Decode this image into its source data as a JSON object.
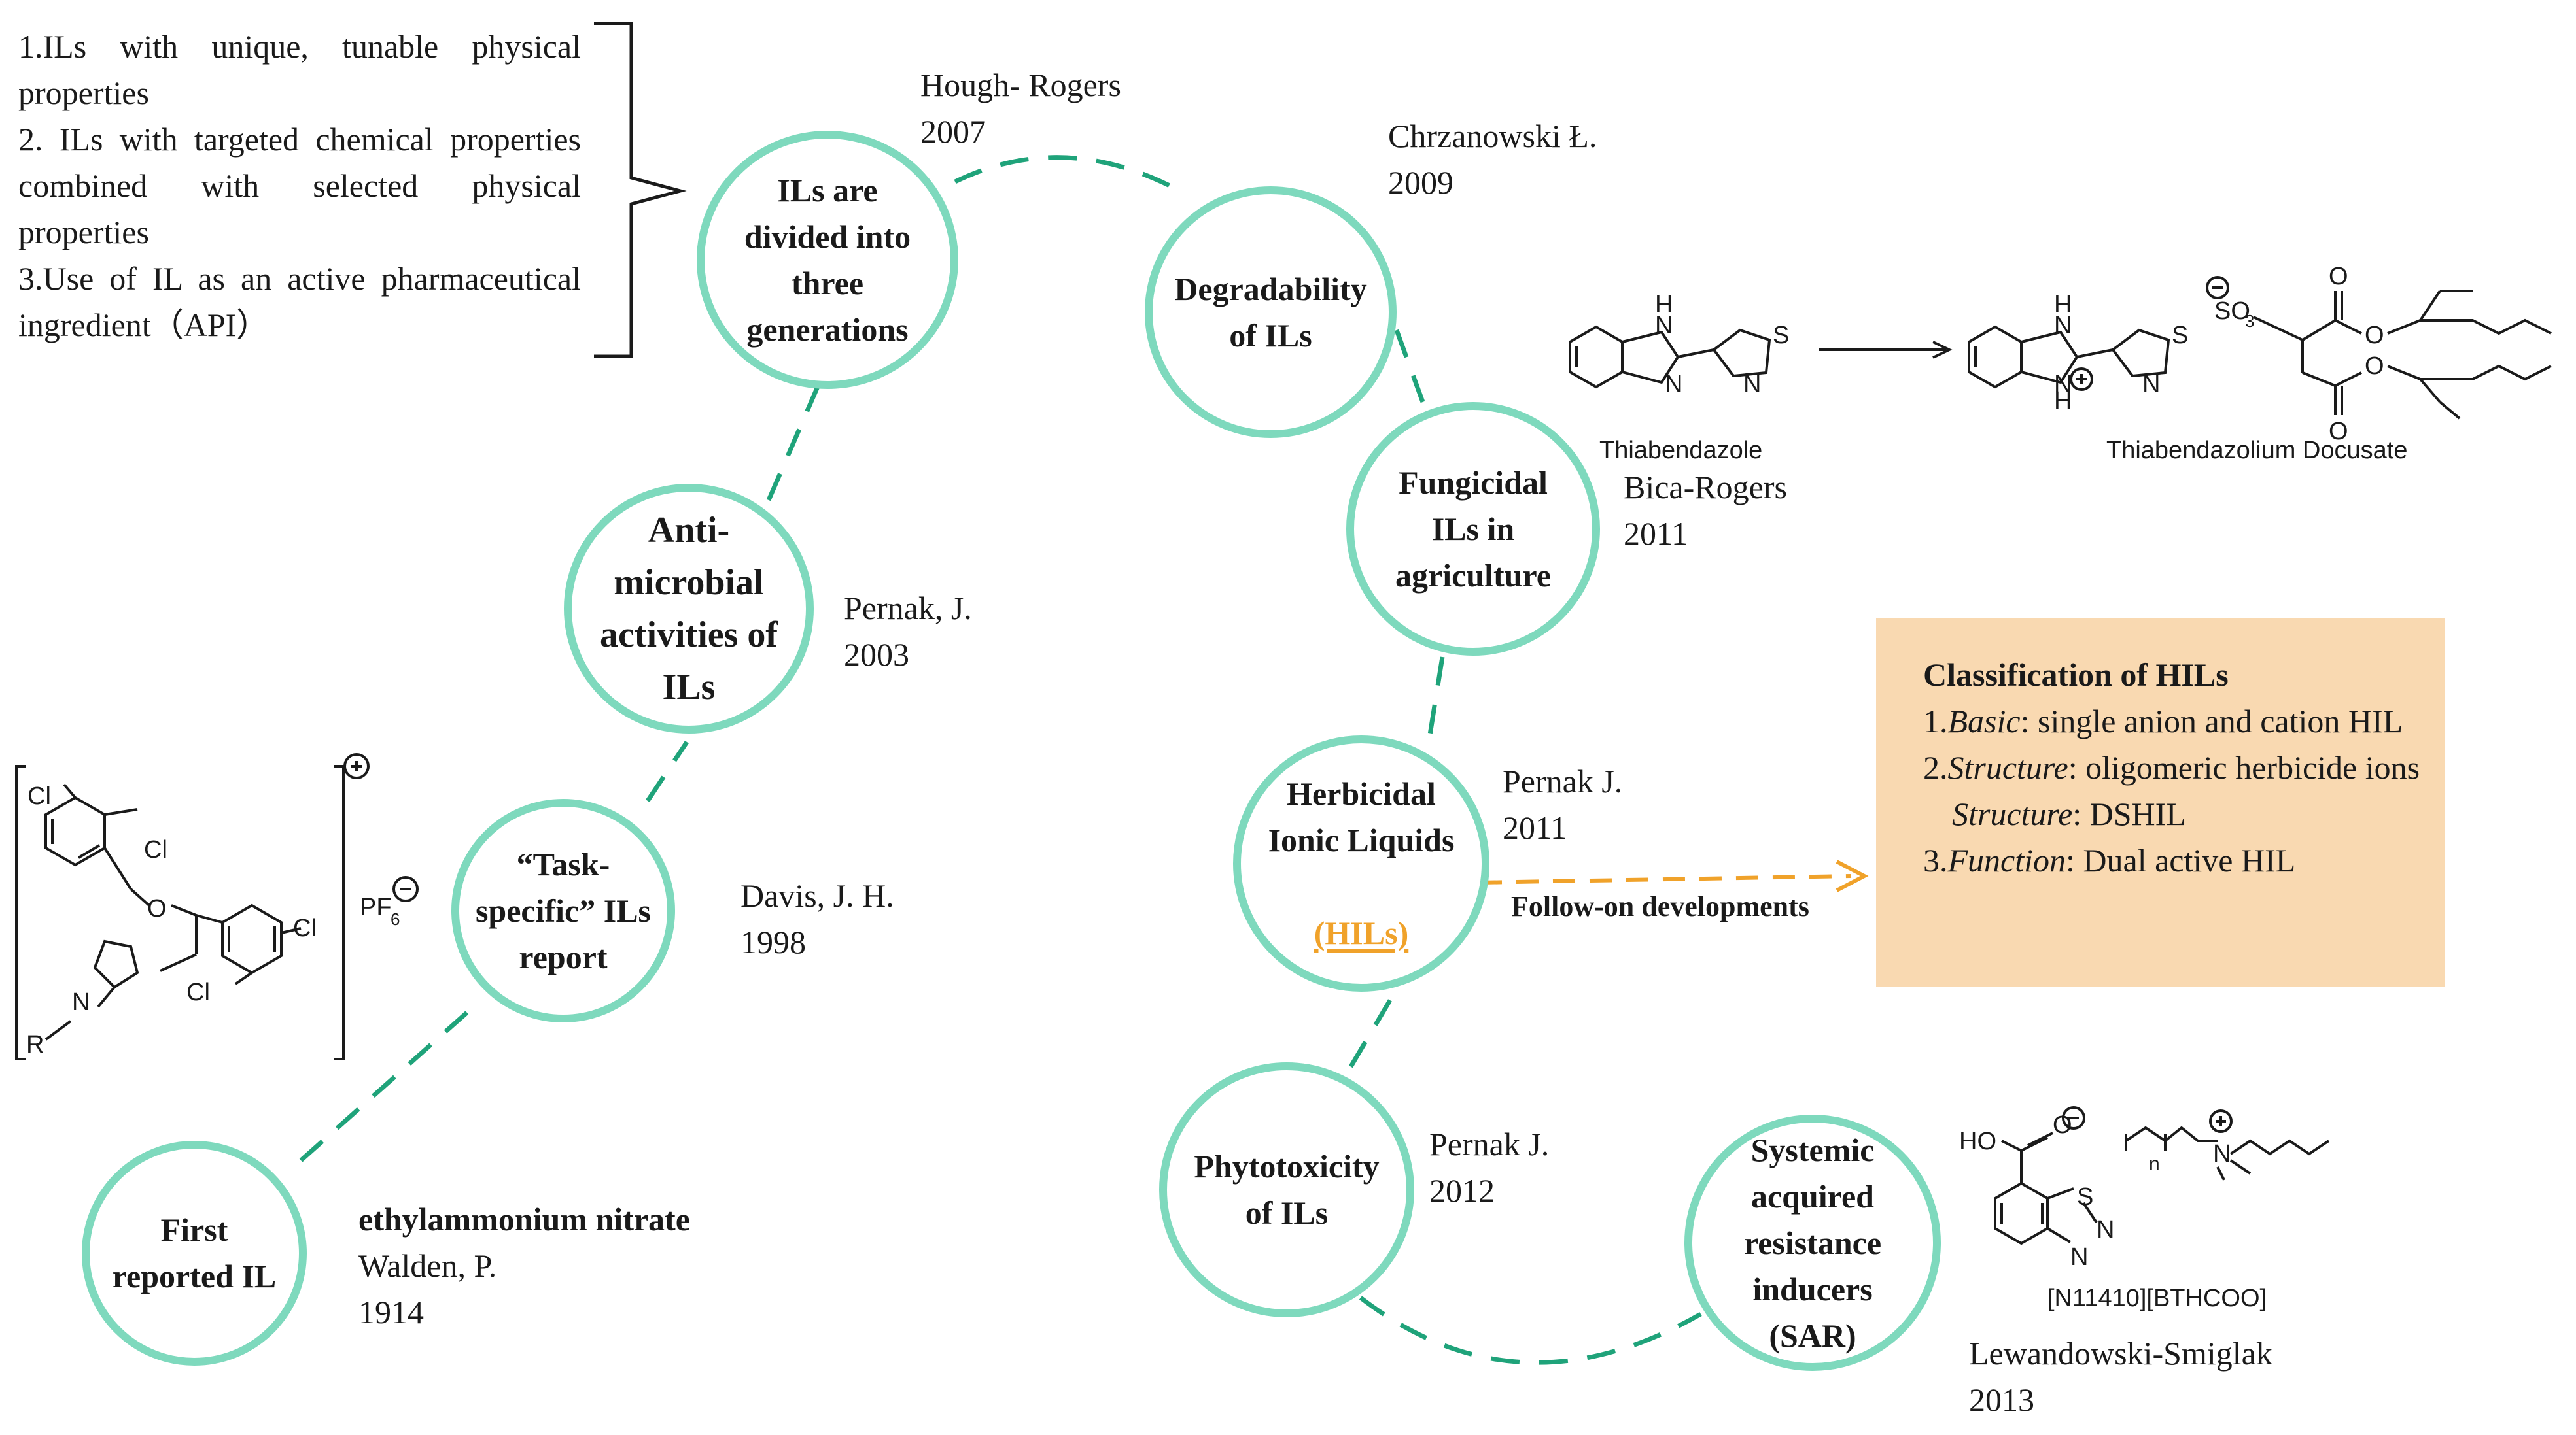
{
  "generations_list": {
    "text": "1.ILs with unique, tunable physical properties\n2. ILs with targeted chemical properties combined with selected physical properties\n3.Use of IL as an active pharmaceutical ingredient（API）"
  },
  "nodes": {
    "first_il": "First\nreported IL",
    "task_specific": "“Task-\nspecific” ILs\nreport",
    "antimicrobial": "Anti-\nmicrobial\nactivities of\nILs",
    "three_generations": "ILs are\ndivided into\nthree\ngenerations",
    "degradability": "Degradability\nof ILs",
    "fungicidal": "Fungicidal\nILs in\nagriculture",
    "herbicidal_main": "Herbicidal\nIonic Liquids",
    "herbicidal_abbr": "(HILs)",
    "phytotoxicity": "Phytotoxicity\nof ILs",
    "sar": "Systemic\nacquired\nresistance\ninducers\n(SAR)"
  },
  "labels": {
    "ethylammonium_title": "ethylammonium nitrate",
    "walden": "Walden, P.\n1914",
    "davis": "Davis, J. H.\n1998",
    "pernak_2003": "Pernak, J.\n2003",
    "hough_rogers": "Hough- Rogers\n2007",
    "chrzanowski": "Chrzanowski Ł.\n2009",
    "bica_rogers": "Bica-Rogers\n2011",
    "pernak_2011": "Pernak J.\n2011",
    "pernak_2012": "Pernak J.\n2012",
    "lewandowski": "Lewandowski-Smiglak\n2013",
    "follow_on": "Follow-on developments"
  },
  "classification": {
    "title": "Classification of HILs",
    "item1_key": "Basic",
    "item1_text": ": single anion and cation HIL",
    "item1_prefix": "1.",
    "item2_prefix": "2.",
    "item2_key": "Structure",
    "item2_text": ": oligomeric herbicide ions",
    "item2b_key": "Structure",
    "item2b_text": ": DSHIL",
    "item3_prefix": "3.",
    "item3_key": "Function",
    "item3_text": ": Dual active HIL"
  },
  "chemistry": {
    "thiabendazole": "Thiabendazole",
    "thiabendazolium": "Thiabendazolium Docusate",
    "sar_compound": "[N11410][BTHCOO]",
    "left_compound": {
      "cl1": "Cl",
      "cl2": "Cl",
      "cl3": "Cl",
      "cl4": "Cl",
      "o": "O",
      "n": "N",
      "r": "R",
      "pf6": "PF",
      "pf6_sub": "6"
    },
    "atoms": {
      "h": "H",
      "n": "N",
      "s": "S",
      "so3": "SO",
      "so3_sub": "3",
      "o": "O",
      "ho": "HO",
      "sub_n": "n"
    }
  },
  "colors": {
    "node_border": "#7ed9bd",
    "connector": "#1fa37a",
    "follow_arrow": "#f0a22a",
    "class_box": "#f9d9b1",
    "hil_text": "#f0a22a"
  }
}
